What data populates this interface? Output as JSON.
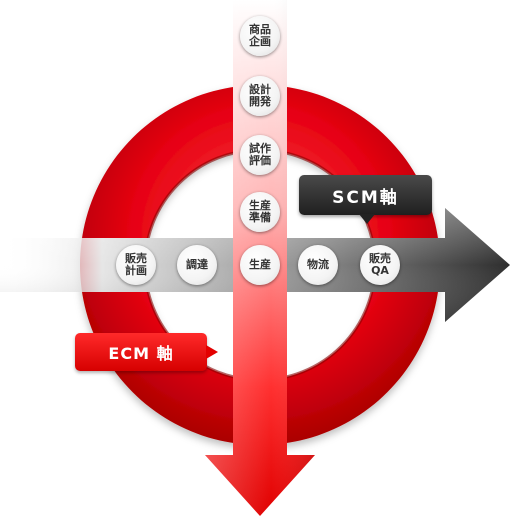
{
  "callouts": {
    "scm": "SCM軸",
    "ecm": "ECM 軸"
  },
  "ecm_nodes": [
    "商品\n企画",
    "設計\n開発",
    "試作\n評価",
    "生産\n準備"
  ],
  "scm_nodes": [
    "販売\n計画",
    "調達",
    "生産",
    "物流",
    "販売\nQA"
  ],
  "colors": {
    "ring": "#e60012",
    "ring_dark": "#9e0000",
    "scm_arrow": "#333333",
    "ecm_arrow": "#ff0000"
  }
}
